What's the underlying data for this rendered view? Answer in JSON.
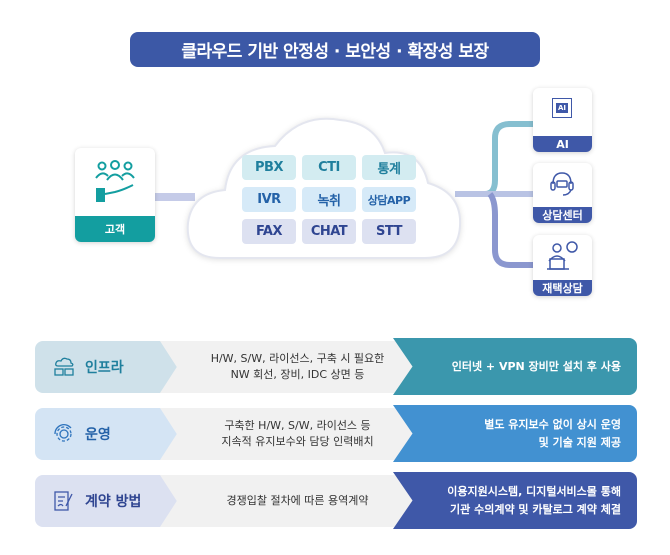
{
  "title": "클라우드 기반 안정성 · 보안성 · 확장성 보장",
  "customer": {
    "label": "고객"
  },
  "cloud": {
    "services": [
      "PBX",
      "CTI",
      "통계",
      "IVR",
      "녹취",
      "상담APP",
      "FAX",
      "CHAT",
      "STT"
    ]
  },
  "endpoints": [
    {
      "label": "AI",
      "icon_text": "AI"
    },
    {
      "label": "상담센터"
    },
    {
      "label": "재택상담"
    }
  ],
  "rows": [
    {
      "label": "인프라",
      "current": [
        "H/W, S/W, 라이선스, 구축 시 필요한",
        "NW 회선, 장비, IDC 상면 등"
      ],
      "cloud": [
        "인터넷 + VPN 장비만 설치 후 사용"
      ]
    },
    {
      "label": "운영",
      "current": [
        "구축한 H/W, S/W, 라이선스 등",
        "지속적 유지보수와 담당 인력배치"
      ],
      "cloud": [
        "별도 유지보수 없이 상시 운영",
        "및 기술 지원 제공"
      ]
    },
    {
      "label": "계약 방법",
      "current": [
        "경쟁입찰 절차에 따른 용역계약"
      ],
      "cloud": [
        "이용지원시스템, 디지털서비스몰 통해",
        "기관 수의계약 및 카탈로그 계약 체결"
      ]
    }
  ],
  "colors": {
    "title": "#3c58a6",
    "teal": "#139ea0",
    "navy": "#3f58a8"
  }
}
